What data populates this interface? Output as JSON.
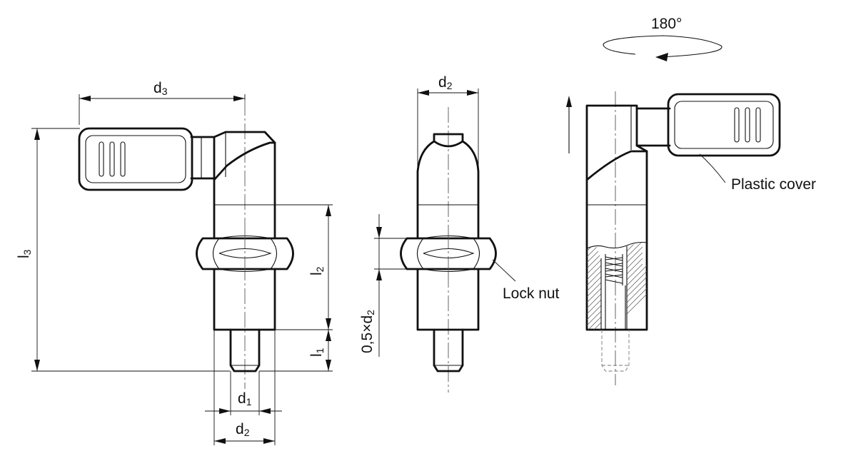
{
  "dimensions": {
    "d1": {
      "base": "d",
      "sub": "1"
    },
    "d2_bottom": {
      "base": "d",
      "sub": "2"
    },
    "d3": {
      "base": "d",
      "sub": "3"
    },
    "d2_top": {
      "base": "d",
      "sub": "2"
    },
    "l1": {
      "base": "l",
      "sub": "1"
    },
    "l2": {
      "base": "l",
      "sub": "2"
    },
    "l3": {
      "base": "l",
      "sub": "3"
    },
    "half_d2": {
      "base": "0,5×d",
      "sub": "2"
    }
  },
  "labels": {
    "rotation": "180°",
    "lock_nut": "Lock nut",
    "plastic_cover": "Plastic cover"
  }
}
